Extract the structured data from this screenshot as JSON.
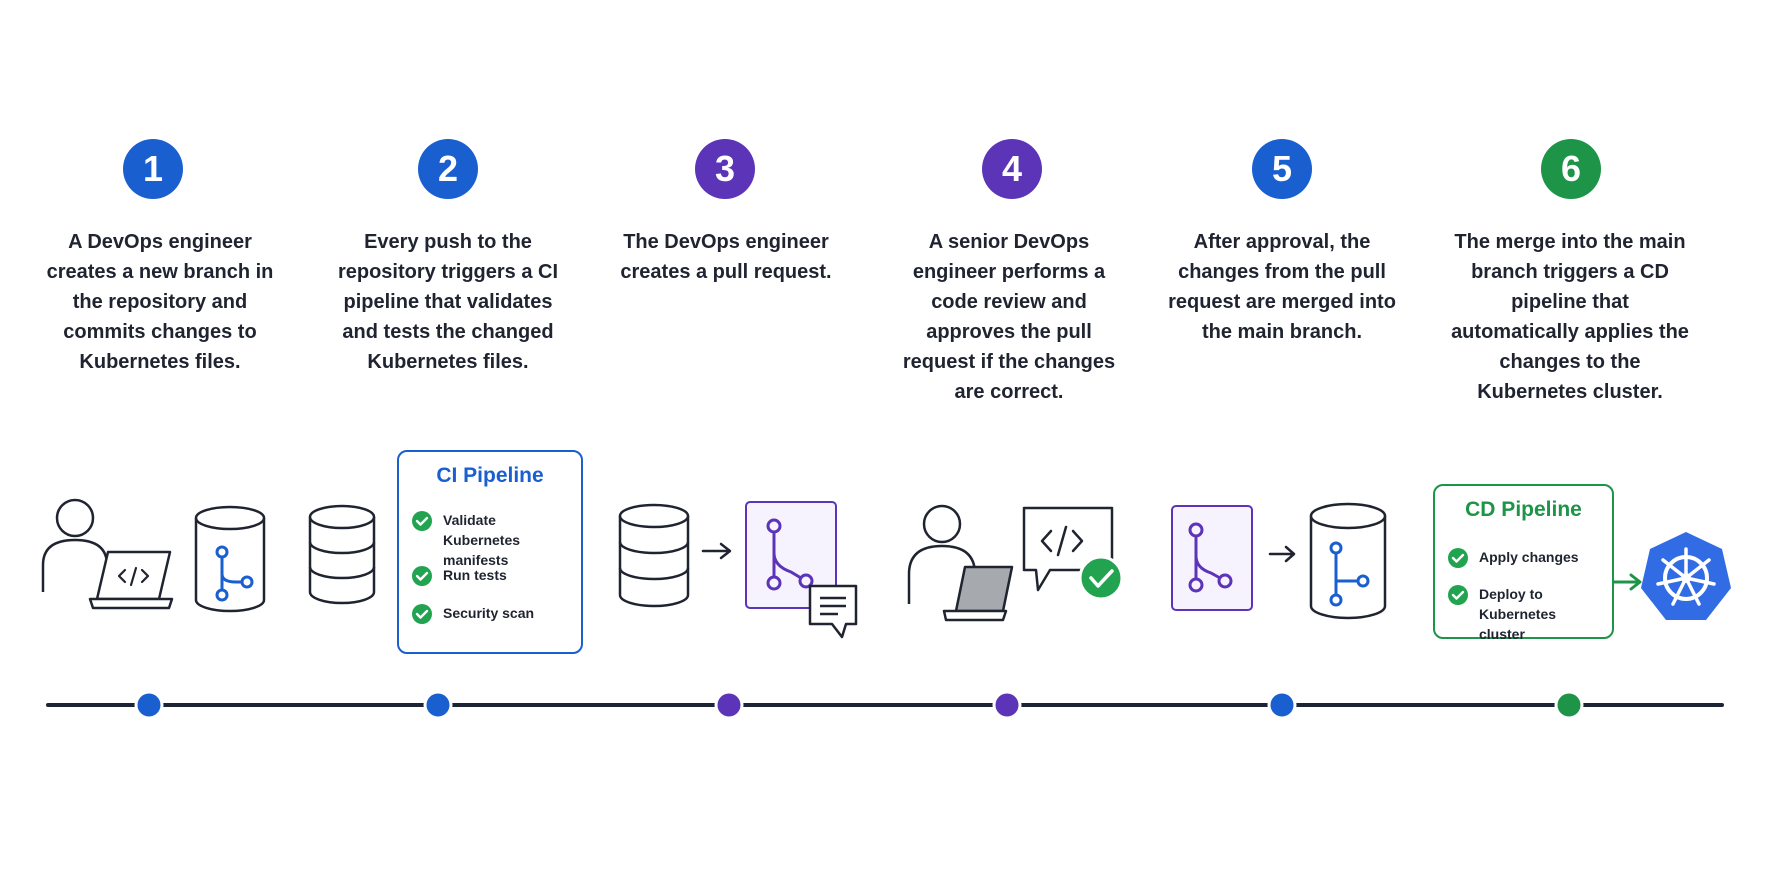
{
  "steps": [
    {
      "number": "1",
      "color": "#1a5fd0",
      "text": "A DevOps engineer creates a new branch in the repository and commits changes to Kubernetes files."
    },
    {
      "number": "2",
      "color": "#1a5fd0",
      "text": "Every push to the repository triggers a CI pipeline that validates and tests the changed Kubernetes files."
    },
    {
      "number": "3",
      "color": "#5b34b8",
      "text": "The DevOps engineer creates a pull request."
    },
    {
      "number": "4",
      "color": "#5b34b8",
      "text": "A senior DevOps engineer performs a code review and approves the pull request if the changes are correct."
    },
    {
      "number": "5",
      "color": "#1a5fd0",
      "text": "After approval, the changes from the pull request are merged into the main branch."
    },
    {
      "number": "6",
      "color": "#1e9448",
      "text": "The merge into the main branch triggers a CD pipeline that automatically applies the changes to the Kubernetes cluster."
    }
  ],
  "ci_pipeline": {
    "title": "CI Pipeline",
    "color": "#1a5fd0",
    "items": [
      "Validate Kubernetes manifests",
      "Run tests",
      "Security scan"
    ]
  },
  "cd_pipeline": {
    "title": "CD Pipeline",
    "color": "#1e9448",
    "items": [
      "Apply changes",
      "Deploy to Kubernetes cluster"
    ]
  },
  "colors": {
    "blue": "#1a5fd0",
    "purple": "#5b34b8",
    "green": "#1e9448",
    "check_green": "#22a350",
    "kubernetes_blue": "#326ce5",
    "timeline": "#1d2434"
  },
  "icons": [
    "user-icon",
    "laptop-icon",
    "code-icon",
    "database-icon",
    "git-branch-icon",
    "arrow-right-icon",
    "pull-request-icon",
    "comment-icon",
    "code-review-bubble-icon",
    "check-icon",
    "kubernetes-helm-icon"
  ]
}
